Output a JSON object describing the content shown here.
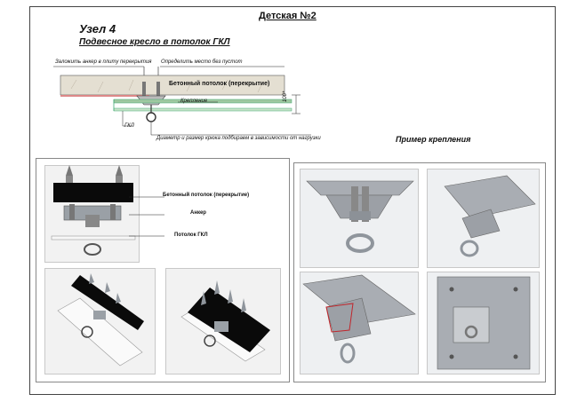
{
  "sheet": {
    "title": "Детская №2",
    "node_title": "Узел 4",
    "node_subtitle": "Подвесное кресло в потолок ГКЛ",
    "example_label": "Пример крепления"
  },
  "section_drawing": {
    "anchor_note": "Заложить анкер в плиту перекрытия",
    "place_note": "Определить место без пустот",
    "slab_label": "Бетонный потолок (перекрытие)",
    "fastening_label": "Крепление",
    "dimension": "100*",
    "gkl_label": "ГКЛ",
    "hook_note": "Диаметр и размер крюка подбираем в зависимости от нагрузки"
  },
  "model_callouts": {
    "slab": "Бетонный потолок (перекрытие)",
    "anchor": "Анкер",
    "ceiling": "Потолок ГКЛ"
  },
  "colors": {
    "slab_3d": "#0a0a0a",
    "steel": "#8f959c",
    "bracket_render": "#a9adb3",
    "concrete_fill": "#e4dfd2",
    "gkl_green": "#9fc8a0",
    "highlight_red": "#c0272d"
  }
}
